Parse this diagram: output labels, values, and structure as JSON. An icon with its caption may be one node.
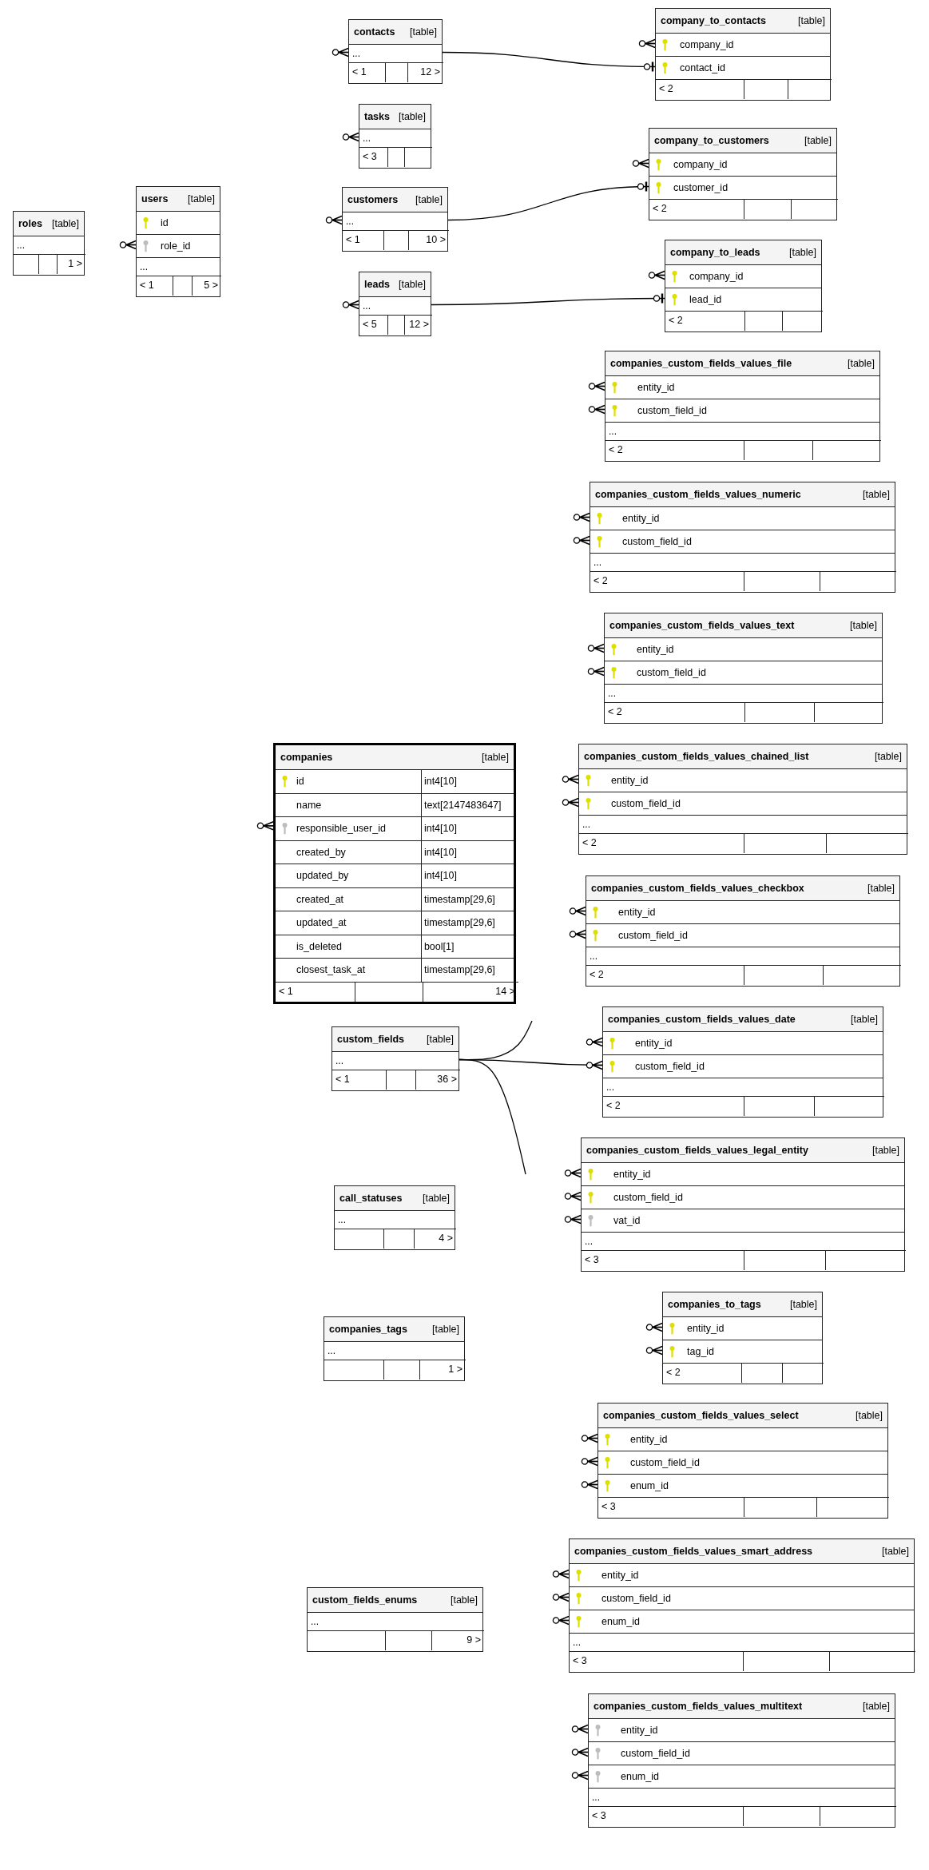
{
  "diagram": {
    "nodes": [
      {
        "text": [
          "roles",
          "[table]"
        ]
      },
      {
        "text": [
          "..."
        ],
        "in": 0
      },
      {
        "text": [],
        "shape": "box",
        "in": 0
      },
      {
        "text": [],
        "shape": "box",
        "in": 0
      },
      {
        "text": [
          "1 >"
        ],
        "in": 0
      },
      {
        "text": [
          "users",
          "[table]"
        ]
      },
      {
        "text": [
          "id"
        ],
        "in": 5
      },
      {
        "text": [
          "role_id"
        ],
        "in": 5
      },
      {
        "text": [
          "..."
        ],
        "in": 5
      },
      {
        "text": [
          "< 1"
        ],
        "in": 5
      },
      {
        "text": [],
        "shape": "box",
        "in": 5
      },
      {
        "text": [
          "5 >"
        ],
        "in": 5
      },
      {
        "text": [
          "contacts",
          "[table]"
        ]
      },
      {
        "text": [
          "..."
        ],
        "in": 12
      },
      {
        "text": [
          "< 1"
        ],
        "in": 12
      },
      {
        "text": [],
        "shape": "box",
        "in": 12
      },
      {
        "text": [
          "12 >"
        ],
        "in": 12
      },
      {
        "text": [
          "tasks",
          "[table]"
        ]
      },
      {
        "text": [
          "..."
        ],
        "in": 17
      },
      {
        "text": [
          "< 3"
        ],
        "in": 17
      },
      {
        "text": [],
        "shape": "box",
        "in": 17
      },
      {
        "text": [],
        "shape": "box",
        "in": 17
      },
      {
        "text": [
          "customers",
          "[table]"
        ]
      },
      {
        "text": [
          "..."
        ],
        "in": 22
      },
      {
        "text": [
          "< 1"
        ],
        "in": 22
      },
      {
        "text": [],
        "shape": "box",
        "in": 22
      },
      {
        "text": [
          "10 >"
        ],
        "in": 22
      },
      {
        "text": [
          "leads",
          "[table]"
        ]
      },
      {
        "text": [
          "..."
        ],
        "in": 27
      },
      {
        "text": [
          "< 5"
        ],
        "in": 27
      },
      {
        "text": [],
        "shape": "box",
        "in": 27
      },
      {
        "text": [
          "12 >"
        ],
        "in": 27
      },
      {
        "text": [
          "company_to_contacts",
          "[table]"
        ]
      },
      {
        "text": [
          "company_id"
        ],
        "in": 32
      },
      {
        "text": [
          "contact_id"
        ],
        "in": 32
      },
      {
        "text": [
          "< 2"
        ],
        "in": 32
      },
      {
        "text": [],
        "shape": "box",
        "in": 32
      },
      {
        "text": [],
        "shape": "box",
        "in": 32
      },
      {
        "text": [
          "company_to_customers",
          "[table]"
        ]
      },
      {
        "text": [
          "company_id"
        ],
        "in": 38
      },
      {
        "text": [
          "customer_id"
        ],
        "in": 38
      },
      {
        "text": [
          "< 2"
        ],
        "in": 38
      },
      {
        "text": [],
        "shape": "box",
        "in": 38
      },
      {
        "text": [],
        "shape": "box",
        "in": 38
      },
      {
        "text": [
          "company_to_leads",
          "[table]"
        ]
      },
      {
        "text": [
          "company_id"
        ],
        "in": 44
      },
      {
        "text": [
          "lead_id"
        ],
        "in": 44
      },
      {
        "text": [
          "< 2"
        ],
        "in": 44
      },
      {
        "text": [],
        "shape": "box",
        "in": 44
      },
      {
        "text": [],
        "shape": "box",
        "in": 44
      },
      {
        "text": [
          "companies_custom_fields_values_file",
          "[table]"
        ]
      },
      {
        "text": [
          "entity_id"
        ],
        "in": 50
      },
      {
        "text": [
          "custom_field_id"
        ],
        "in": 50
      },
      {
        "text": [
          "..."
        ],
        "in": 50
      },
      {
        "text": [
          "< 2"
        ],
        "in": 50
      },
      {
        "text": [],
        "shape": "box",
        "in": 50
      },
      {
        "text": [],
        "shape": "box",
        "in": 50
      },
      {
        "text": [
          "companies_custom_fields_values_numeric",
          "[table]"
        ]
      },
      {
        "text": [
          "entity_id"
        ],
        "in": 57
      },
      {
        "text": [
          "custom_field_id"
        ],
        "in": 57
      },
      {
        "text": [
          "..."
        ],
        "in": 57
      },
      {
        "text": [
          "< 2"
        ],
        "in": 57
      },
      {
        "text": [],
        "shape": "box",
        "in": 57
      },
      {
        "text": [],
        "shape": "box",
        "in": 57
      },
      {
        "text": [
          "companies_custom_fields_values_text",
          "[table]"
        ]
      },
      {
        "text": [
          "entity_id"
        ],
        "in": 64
      },
      {
        "text": [
          "custom_field_id"
        ],
        "in": 64
      },
      {
        "text": [
          "..."
        ],
        "in": 64
      },
      {
        "text": [
          "< 2"
        ],
        "in": 64
      },
      {
        "text": [],
        "shape": "box",
        "in": 64
      },
      {
        "text": [],
        "shape": "box",
        "in": 64
      },
      {
        "text": [
          "companies",
          "[table]"
        ]
      },
      {
        "text": [
          "id",
          "int4[10]"
        ],
        "in": 71
      },
      {
        "text": [
          "name",
          "text[2147483647]"
        ],
        "in": 71
      },
      {
        "text": [
          "responsible_user_id",
          "int4[10]"
        ],
        "in": 71
      },
      {
        "text": [
          "created_by",
          "int4[10]"
        ],
        "in": 71
      },
      {
        "text": [
          "updated_by",
          "int4[10]"
        ],
        "in": 71
      },
      {
        "text": [
          "created_at",
          "timestamp[29,6]"
        ],
        "in": 71
      },
      {
        "text": [
          "updated_at",
          "timestamp[29,6]"
        ],
        "in": 71
      },
      {
        "text": [
          "is_deleted",
          "bool[1]"
        ],
        "in": 71
      },
      {
        "text": [
          "closest_task_at",
          "timestamp[29,6]"
        ],
        "in": 71
      },
      {
        "text": [
          "< 1"
        ],
        "in": 71
      },
      {
        "text": [],
        "shape": "box",
        "in": 71
      },
      {
        "text": [
          "14 >"
        ],
        "in": 71
      },
      {
        "text": [
          "companies_custom_fields_values_chained_list",
          "[table]"
        ]
      },
      {
        "text": [
          "entity_id"
        ],
        "in": 84
      },
      {
        "text": [
          "custom_field_id"
        ],
        "in": 84
      },
      {
        "text": [
          "..."
        ],
        "in": 84
      },
      {
        "text": [
          "< 2"
        ],
        "in": 84
      },
      {
        "text": [],
        "shape": "box",
        "in": 84
      },
      {
        "text": [],
        "shape": "box",
        "in": 84
      },
      {
        "text": [
          "companies_custom_fields_values_checkbox",
          "[table]"
        ]
      },
      {
        "text": [
          "entity_id"
        ],
        "in": 91
      },
      {
        "text": [
          "custom_field_id"
        ],
        "in": 91
      },
      {
        "text": [
          "..."
        ],
        "in": 91
      },
      {
        "text": [
          "< 2"
        ],
        "in": 91
      },
      {
        "text": [],
        "shape": "box",
        "in": 91
      },
      {
        "text": [],
        "shape": "box",
        "in": 91
      },
      {
        "text": [
          "custom_fields",
          "[table]"
        ]
      },
      {
        "text": [
          "..."
        ],
        "in": 98
      },
      {
        "text": [
          "< 1"
        ],
        "in": 98
      },
      {
        "text": [],
        "shape": "box",
        "in": 98
      },
      {
        "text": [
          "36 >"
        ],
        "in": 98
      },
      {
        "text": [
          "companies_custom_fields_values_date",
          "[table]"
        ]
      },
      {
        "text": [
          "entity_id"
        ],
        "in": 103
      },
      {
        "text": [
          "custom_field_id"
        ],
        "in": 103
      },
      {
        "text": [
          "..."
        ],
        "in": 103
      },
      {
        "text": [
          "< 2"
        ],
        "in": 103
      },
      {
        "text": [],
        "shape": "box",
        "in": 103
      },
      {
        "text": [],
        "shape": "box",
        "in": 103
      },
      {
        "text": [
          "companies_custom_fields_values_legal_entity",
          "[table]"
        ]
      },
      {
        "text": [
          "entity_id"
        ],
        "in": 110
      },
      {
        "text": [
          "custom_field_id"
        ],
        "in": 110
      },
      {
        "text": [
          "vat_id"
        ],
        "in": 110
      },
      {
        "text": [
          "..."
        ],
        "in": 110
      },
      {
        "text": [
          "< 3"
        ],
        "in": 110
      },
      {
        "text": [],
        "shape": "box",
        "in": 110
      },
      {
        "text": [],
        "shape": "box",
        "in": 110
      },
      {
        "text": [
          "call_statuses",
          "[table]"
        ]
      },
      {
        "text": [
          "..."
        ],
        "in": 118
      },
      {
        "text": [],
        "shape": "box",
        "in": 118
      },
      {
        "text": [],
        "shape": "box",
        "in": 118
      },
      {
        "text": [
          "4 >"
        ],
        "in": 118
      },
      {
        "text": [
          "companies_tags",
          "[table]"
        ]
      },
      {
        "text": [
          "..."
        ],
        "in": 123
      },
      {
        "text": [],
        "shape": "box",
        "in": 123
      },
      {
        "text": [],
        "shape": "box",
        "in": 123
      },
      {
        "text": [
          "1 >"
        ],
        "in": 123
      },
      {
        "text": [
          "companies_to_tags",
          "[table]"
        ]
      },
      {
        "text": [
          "entity_id"
        ],
        "in": 128
      },
      {
        "text": [
          "tag_id"
        ],
        "in": 128
      },
      {
        "text": [
          "< 2"
        ],
        "in": 128
      },
      {
        "text": [],
        "shape": "box",
        "in": 128
      },
      {
        "text": [],
        "shape": "box",
        "in": 128
      },
      {
        "text": [
          "companies_custom_fields_values_select",
          "[table]"
        ]
      },
      {
        "text": [
          "entity_id"
        ],
        "in": 134
      },
      {
        "text": [
          "custom_field_id"
        ],
        "in": 134
      },
      {
        "text": [
          "enum_id"
        ],
        "in": 134
      },
      {
        "text": [
          "< 3"
        ],
        "in": 134
      },
      {
        "text": [],
        "shape": "box",
        "in": 134
      },
      {
        "text": [],
        "shape": "box",
        "in": 134
      },
      {
        "text": [
          "custom_fields_enums",
          "[table]"
        ]
      },
      {
        "text": [
          "..."
        ],
        "in": 141
      },
      {
        "text": [],
        "shape": "box",
        "in": 141
      },
      {
        "text": [],
        "shape": "box",
        "in": 141
      },
      {
        "text": [
          "9 >"
        ],
        "in": 141
      },
      {
        "text": [
          "companies_custom_fields_values_smart_address",
          "[table]"
        ]
      },
      {
        "text": [
          "entity_id"
        ],
        "in": 146
      },
      {
        "text": [
          "custom_field_id"
        ],
        "in": 146
      },
      {
        "text": [
          "enum_id"
        ],
        "in": 146
      },
      {
        "text": [
          "..."
        ],
        "in": 146
      },
      {
        "text": [
          "< 3"
        ],
        "in": 146
      },
      {
        "text": [],
        "shape": "box",
        "in": 146
      },
      {
        "text": [],
        "shape": "box",
        "in": 146
      },
      {
        "text": [
          "companies_custom_fields_values_multitext",
          "[table]"
        ]
      },
      {
        "text": [
          "entity_id"
        ],
        "in": 154
      },
      {
        "text": [
          "custom_field_id"
        ],
        "in": 154
      },
      {
        "text": [
          "enum_id"
        ],
        "in": 154
      },
      {
        "text": [
          "..."
        ],
        "in": 154
      },
      {
        "text": [
          "< 3"
        ],
        "in": 154
      },
      {
        "text": [],
        "shape": "box",
        "in": 154
      },
      {
        "text": [],
        "shape": "box",
        "in": 154
      }
    ],
    "edges": [
      {
        "from": 13,
        "to": 34,
        "arrow": "other"
      },
      {
        "from": 23,
        "to": 40,
        "arrow": "other"
      },
      {
        "from": 28,
        "to": 46,
        "arrow": "other"
      },
      {
        "from": 99,
        "to": 105,
        "arrow": "other"
      },
      {
        "from": 99,
        "to": null,
        "arrow": "none"
      },
      {
        "from": 99,
        "to": null,
        "arrow": "none"
      },
      {
        "from": null,
        "to": 13,
        "arrow": "other"
      },
      {
        "from": null,
        "to": 18,
        "arrow": "other"
      },
      {
        "from": null,
        "to": 23,
        "arrow": "other"
      },
      {
        "from": null,
        "to": 28,
        "arrow": "other"
      },
      {
        "from": null,
        "to": 7,
        "arrow": "other"
      },
      {
        "from": null,
        "to": 74,
        "arrow": "other"
      },
      {
        "from": null,
        "to": 33,
        "arrow": "other"
      },
      {
        "from": null,
        "to": 39,
        "arrow": "other"
      },
      {
        "from": null,
        "to": 45,
        "arrow": "other"
      },
      {
        "from": null,
        "to": 51,
        "arrow": "other"
      },
      {
        "from": null,
        "to": 52,
        "arrow": "other"
      },
      {
        "from": null,
        "to": 58,
        "arrow": "other"
      },
      {
        "from": null,
        "to": 59,
        "arrow": "other"
      },
      {
        "from": null,
        "to": 65,
        "arrow": "other"
      },
      {
        "from": null,
        "to": 66,
        "arrow": "other"
      },
      {
        "from": null,
        "to": 85,
        "arrow": "other"
      },
      {
        "from": null,
        "to": 86,
        "arrow": "other"
      },
      {
        "from": null,
        "to": 92,
        "arrow": "other"
      },
      {
        "from": null,
        "to": 93,
        "arrow": "other"
      },
      {
        "from": null,
        "to": 104,
        "arrow": "other"
      },
      {
        "from": null,
        "to": 111,
        "arrow": "other"
      },
      {
        "from": null,
        "to": 112,
        "arrow": "other"
      },
      {
        "from": null,
        "to": 113,
        "arrow": "other"
      },
      {
        "from": null,
        "to": 129,
        "arrow": "other"
      },
      {
        "from": null,
        "to": 130,
        "arrow": "other"
      },
      {
        "from": null,
        "to": 135,
        "arrow": "other"
      },
      {
        "from": null,
        "to": 136,
        "arrow": "other"
      },
      {
        "from": null,
        "to": 137,
        "arrow": "other"
      },
      {
        "from": null,
        "to": 147,
        "arrow": "other"
      },
      {
        "from": null,
        "to": 148,
        "arrow": "other"
      },
      {
        "from": null,
        "to": 149,
        "arrow": "other"
      },
      {
        "from": null,
        "to": 155,
        "arrow": "other"
      },
      {
        "from": null,
        "to": 156,
        "arrow": "other"
      },
      {
        "from": null,
        "to": 157,
        "arrow": "other"
      }
    ]
  }
}
